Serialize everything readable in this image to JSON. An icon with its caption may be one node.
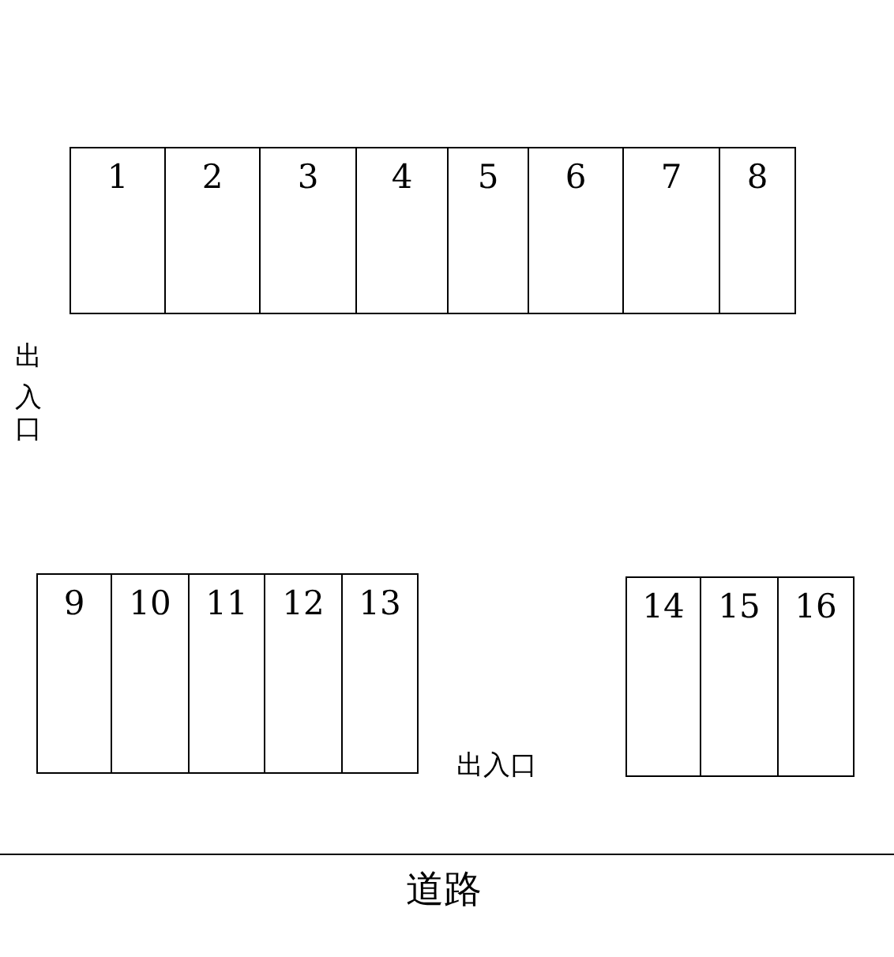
{
  "diagram": {
    "nodes": [
      {
        "text": [
          "1"
        ]
      },
      {
        "text": [
          "2"
        ]
      },
      {
        "text": [
          "3"
        ]
      },
      {
        "text": [
          "4"
        ]
      },
      {
        "text": [
          "5"
        ]
      },
      {
        "text": [
          "6"
        ]
      },
      {
        "text": [
          "7"
        ]
      },
      {
        "text": [
          "8"
        ]
      },
      {
        "text": [
          "9"
        ]
      },
      {
        "text": [
          "10"
        ]
      },
      {
        "text": [
          "11"
        ]
      },
      {
        "text": [
          "12"
        ]
      },
      {
        "text": [
          "13"
        ]
      },
      {
        "text": [
          "14"
        ]
      },
      {
        "text": [
          "15"
        ]
      },
      {
        "text": [
          "16"
        ]
      }
    ],
    "labels": [
      "出入口",
      "出入口",
      "道路"
    ]
  }
}
